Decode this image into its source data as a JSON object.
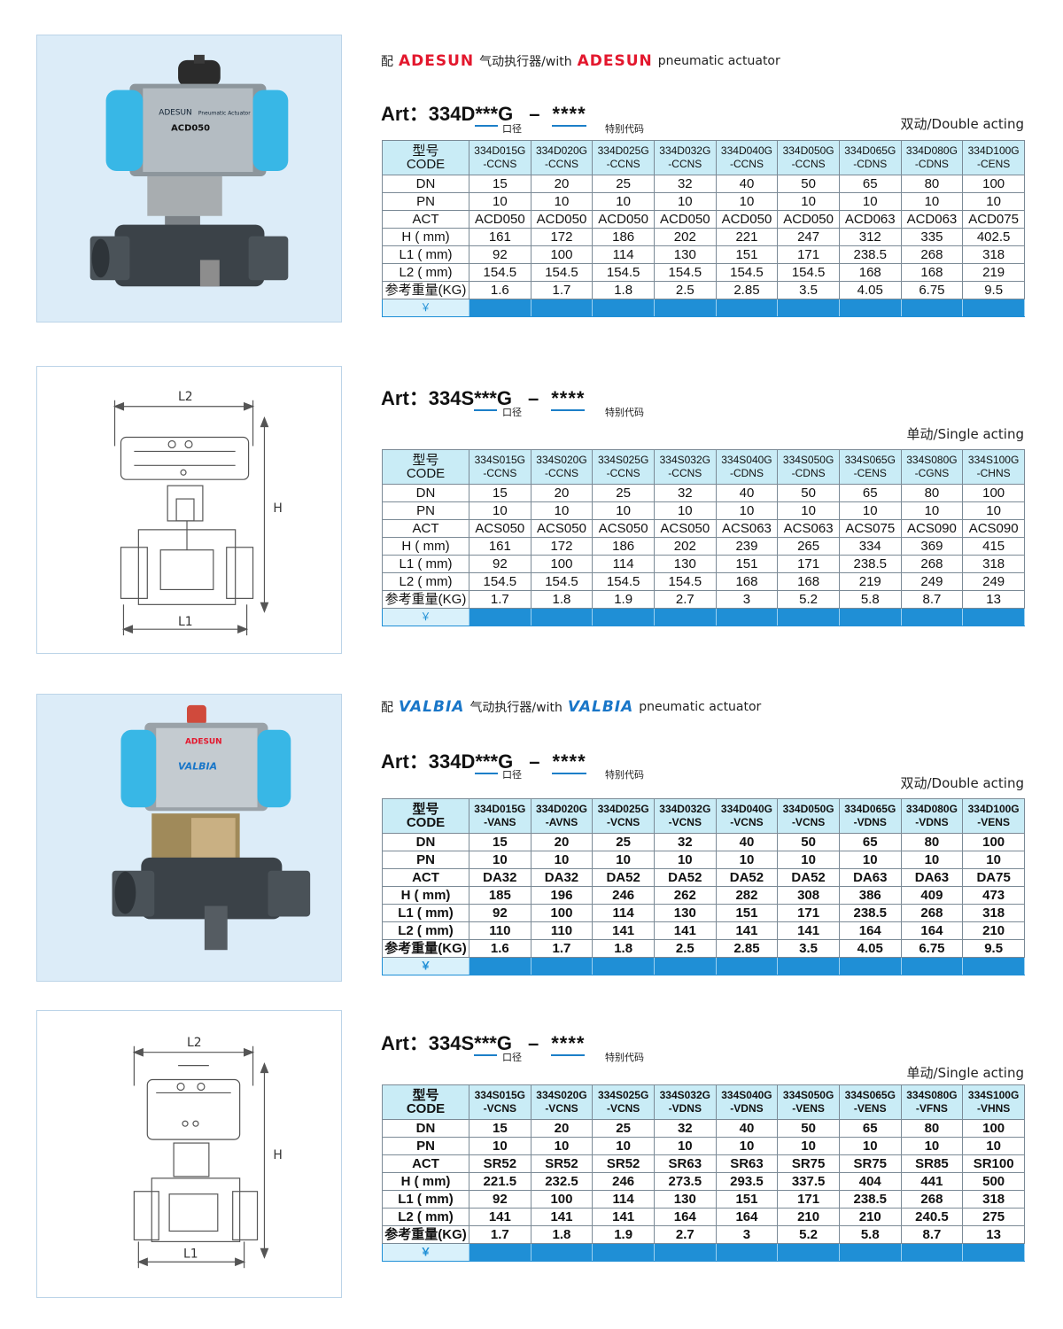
{
  "sections": [
    {
      "tagline": {
        "prefix": "配",
        "brand": "ADESUN",
        "middle": "气动执行器/with",
        "brand2": "ADESUN",
        "suffix": "pneumatic  actuator"
      },
      "art": {
        "prefix": "Art：334D",
        "code": "***",
        "g": "G",
        "dash": "–",
        "stars": "****",
        "sub_left": "口径",
        "sub_right": "特别代码"
      },
      "acting": "双动/Double  acting",
      "label_code": "型号 CODE",
      "codes": [
        "334D015G -CCNS",
        "334D020G -CCNS",
        "334D025G -CCNS",
        "334D032G -CCNS",
        "334D040G -CCNS",
        "334D050G -CCNS",
        "334D065G -CDNS",
        "334D080G -CDNS",
        "334D100G -CENS"
      ],
      "rows": [
        {
          "label": "DN",
          "values": [
            "15",
            "20",
            "25",
            "32",
            "40",
            "50",
            "65",
            "80",
            "100"
          ]
        },
        {
          "label": "PN",
          "values": [
            "10",
            "10",
            "10",
            "10",
            "10",
            "10",
            "10",
            "10",
            "10"
          ]
        },
        {
          "label": "ACT",
          "values": [
            "ACD050",
            "ACD050",
            "ACD050",
            "ACD050",
            "ACD050",
            "ACD050",
            "ACD063",
            "ACD063",
            "ACD075"
          ]
        },
        {
          "label": "H ( mm)",
          "values": [
            "161",
            "172",
            "186",
            "202",
            "221",
            "247",
            "312",
            "335",
            "402.5"
          ]
        },
        {
          "label": "L1 ( mm)",
          "values": [
            "92",
            "100",
            "114",
            "130",
            "151",
            "171",
            "238.5",
            "268",
            "318"
          ]
        },
        {
          "label": "L2 ( mm)",
          "values": [
            "154.5",
            "154.5",
            "154.5",
            "154.5",
            "154.5",
            "154.5",
            "168",
            "168",
            "219"
          ]
        },
        {
          "label": "参考重量(KG)",
          "values": [
            "1.6",
            "1.7",
            "1.8",
            "2.5",
            "2.85",
            "3.5",
            "4.05",
            "6.75",
            "9.5"
          ]
        }
      ],
      "price_label": "￥",
      "image": {
        "plate_brand": "ADESUN",
        "plate_model": "ACD050",
        "plate_text": "Pneumatic Actuator"
      }
    },
    {
      "art": {
        "prefix": "Art：334S",
        "code": "***",
        "g": "G",
        "dash": "–",
        "stars": "****",
        "sub_left": "口径",
        "sub_right": "特别代码"
      },
      "acting": "单动/Single  acting",
      "label_code": "型号 CODE",
      "codes": [
        "334S015G -CCNS",
        "334S020G -CCNS",
        "334S025G -CCNS",
        "334S032G -CCNS",
        "334S040G -CDNS",
        "334S050G -CDNS",
        "334S065G -CENS",
        "334S080G -CGNS",
        "334S100G -CHNS"
      ],
      "rows": [
        {
          "label": "DN",
          "values": [
            "15",
            "20",
            "25",
            "32",
            "40",
            "50",
            "65",
            "80",
            "100"
          ]
        },
        {
          "label": "PN",
          "values": [
            "10",
            "10",
            "10",
            "10",
            "10",
            "10",
            "10",
            "10",
            "10"
          ]
        },
        {
          "label": "ACT",
          "values": [
            "ACS050",
            "ACS050",
            "ACS050",
            "ACS050",
            "ACS063",
            "ACS063",
            "ACS075",
            "ACS090",
            "ACS090"
          ]
        },
        {
          "label": "H ( mm)",
          "values": [
            "161",
            "172",
            "186",
            "202",
            "239",
            "265",
            "334",
            "369",
            "415"
          ]
        },
        {
          "label": "L1 ( mm)",
          "values": [
            "92",
            "100",
            "114",
            "130",
            "151",
            "171",
            "238.5",
            "268",
            "318"
          ]
        },
        {
          "label": "L2 ( mm)",
          "values": [
            "154.5",
            "154.5",
            "154.5",
            "154.5",
            "168",
            "168",
            "219",
            "249",
            "249"
          ]
        },
        {
          "label": "参考重量(KG)",
          "values": [
            "1.7",
            "1.8",
            "1.9",
            "2.7",
            "3",
            "5.2",
            "5.8",
            "8.7",
            "13"
          ]
        }
      ],
      "price_label": "￥",
      "drawing": {
        "l2": "L2",
        "l1": "L1",
        "h": "H"
      }
    },
    {
      "tagline": {
        "prefix": "配",
        "brand": "VALBIA",
        "middle": "气动执行器/with",
        "brand2": "VALBIA",
        "suffix": "pneumatic  actuator"
      },
      "art": {
        "prefix": "Art：334D",
        "code": "***",
        "g": "G",
        "dash": "–",
        "stars": "****",
        "sub_left": "口径",
        "sub_right": "特别代码"
      },
      "acting": "双动/Double  acting",
      "label_code": "型号 CODE",
      "codes": [
        "334D015G -VANS",
        "334D020G -AVNS",
        "334D025G -VCNS",
        "334D032G -VCNS",
        "334D040G -VCNS",
        "334D050G -VCNS",
        "334D065G -VDNS",
        "334D080G -VDNS",
        "334D100G -VENS"
      ],
      "rows": [
        {
          "label": "DN",
          "values": [
            "15",
            "20",
            "25",
            "32",
            "40",
            "50",
            "65",
            "80",
            "100"
          ]
        },
        {
          "label": "PN",
          "values": [
            "10",
            "10",
            "10",
            "10",
            "10",
            "10",
            "10",
            "10",
            "10"
          ]
        },
        {
          "label": "ACT",
          "values": [
            "DA32",
            "DA32",
            "DA52",
            "DA52",
            "DA52",
            "DA52",
            "DA63",
            "DA63",
            "DA75"
          ]
        },
        {
          "label": "H ( mm)",
          "values": [
            "185",
            "196",
            "246",
            "262",
            "282",
            "308",
            "386",
            "409",
            "473"
          ]
        },
        {
          "label": "L1 ( mm)",
          "values": [
            "92",
            "100",
            "114",
            "130",
            "151",
            "171",
            "238.5",
            "268",
            "318"
          ]
        },
        {
          "label": "L2 ( mm)",
          "values": [
            "110",
            "110",
            "141",
            "141",
            "141",
            "141",
            "164",
            "164",
            "210"
          ]
        },
        {
          "label": "参考重量(KG)",
          "values": [
            "1.6",
            "1.7",
            "1.8",
            "2.5",
            "2.85",
            "3.5",
            "4.05",
            "6.75",
            "9.5"
          ]
        }
      ],
      "price_label": "￥",
      "image": {
        "plate_brand": "VALBIA",
        "top_brand": "ADESUN"
      }
    },
    {
      "art": {
        "prefix": "Art：334S",
        "code": "***",
        "g": "G",
        "dash": "–",
        "stars": "****",
        "sub_left": "口径",
        "sub_right": "特别代码"
      },
      "acting": "单动/Single  acting",
      "label_code": "型号 CODE",
      "codes": [
        "334S015G -VCNS",
        "334S020G -VCNS",
        "334S025G -VCNS",
        "334S032G -VDNS",
        "334S040G -VDNS",
        "334S050G -VENS",
        "334S065G -VENS",
        "334S080G -VFNS",
        "334S100G -VHNS"
      ],
      "rows": [
        {
          "label": "DN",
          "values": [
            "15",
            "20",
            "25",
            "32",
            "40",
            "50",
            "65",
            "80",
            "100"
          ]
        },
        {
          "label": "PN",
          "values": [
            "10",
            "10",
            "10",
            "10",
            "10",
            "10",
            "10",
            "10",
            "10"
          ]
        },
        {
          "label": "ACT",
          "values": [
            "SR52",
            "SR52",
            "SR52",
            "SR63",
            "SR63",
            "SR75",
            "SR75",
            "SR85",
            "SR100"
          ]
        },
        {
          "label": "H ( mm)",
          "values": [
            "221.5",
            "232.5",
            "246",
            "273.5",
            "293.5",
            "337.5",
            "404",
            "441",
            "500"
          ]
        },
        {
          "label": "L1 ( mm)",
          "values": [
            "92",
            "100",
            "114",
            "130",
            "151",
            "171",
            "238.5",
            "268",
            "318"
          ]
        },
        {
          "label": "L2 ( mm)",
          "values": [
            "141",
            "141",
            "141",
            "164",
            "164",
            "210",
            "210",
            "240.5",
            "275"
          ]
        },
        {
          "label": "参考重量(KG)",
          "values": [
            "1.7",
            "1.8",
            "1.9",
            "2.7",
            "3",
            "5.2",
            "5.8",
            "8.7",
            "13"
          ]
        }
      ],
      "price_label": "￥",
      "drawing": {
        "l2": "L2",
        "l1": "L1",
        "h": "H"
      }
    }
  ]
}
